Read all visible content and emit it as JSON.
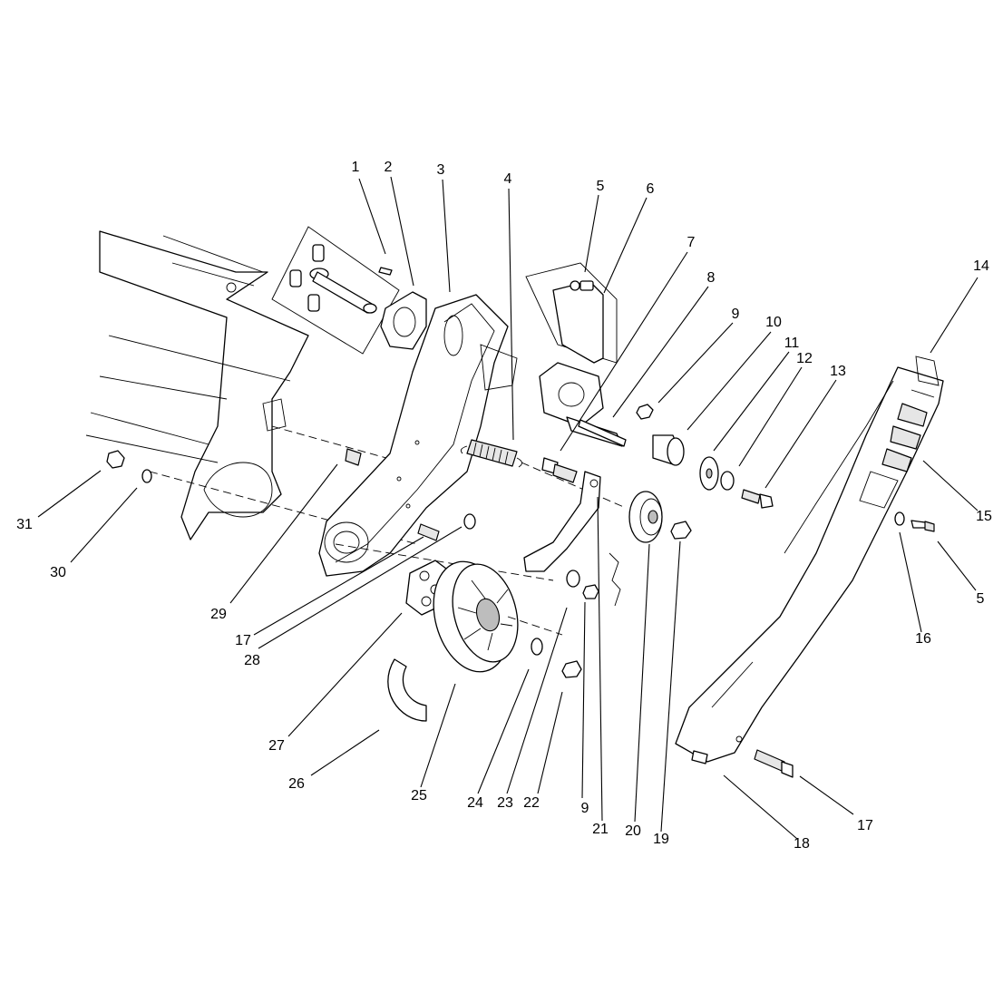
{
  "callouts": [
    {
      "id": "c1",
      "text": "1"
    },
    {
      "id": "c2",
      "text": "2"
    },
    {
      "id": "c3",
      "text": "3"
    },
    {
      "id": "c4",
      "text": "4"
    },
    {
      "id": "c5a",
      "text": "5"
    },
    {
      "id": "c6",
      "text": "6"
    },
    {
      "id": "c7",
      "text": "7"
    },
    {
      "id": "c8",
      "text": "8"
    },
    {
      "id": "c9a",
      "text": "9"
    },
    {
      "id": "c10",
      "text": "10"
    },
    {
      "id": "c11",
      "text": "11"
    },
    {
      "id": "c12",
      "text": "12"
    },
    {
      "id": "c13",
      "text": "13"
    },
    {
      "id": "c14",
      "text": "14"
    },
    {
      "id": "c15",
      "text": "15"
    },
    {
      "id": "c5b",
      "text": "5"
    },
    {
      "id": "c16",
      "text": "16"
    },
    {
      "id": "c17a",
      "text": "17"
    },
    {
      "id": "c18",
      "text": "18"
    },
    {
      "id": "c19",
      "text": "19"
    },
    {
      "id": "c20",
      "text": "20"
    },
    {
      "id": "c21",
      "text": "21"
    },
    {
      "id": "c9b",
      "text": "9"
    },
    {
      "id": "c22",
      "text": "22"
    },
    {
      "id": "c23",
      "text": "23"
    },
    {
      "id": "c24",
      "text": "24"
    },
    {
      "id": "c25",
      "text": "25"
    },
    {
      "id": "c26",
      "text": "26"
    },
    {
      "id": "c27",
      "text": "27"
    },
    {
      "id": "c28",
      "text": "28"
    },
    {
      "id": "c17b",
      "text": "17"
    },
    {
      "id": "c29",
      "text": "29"
    },
    {
      "id": "c30",
      "text": "30"
    },
    {
      "id": "c31",
      "text": "31"
    }
  ]
}
